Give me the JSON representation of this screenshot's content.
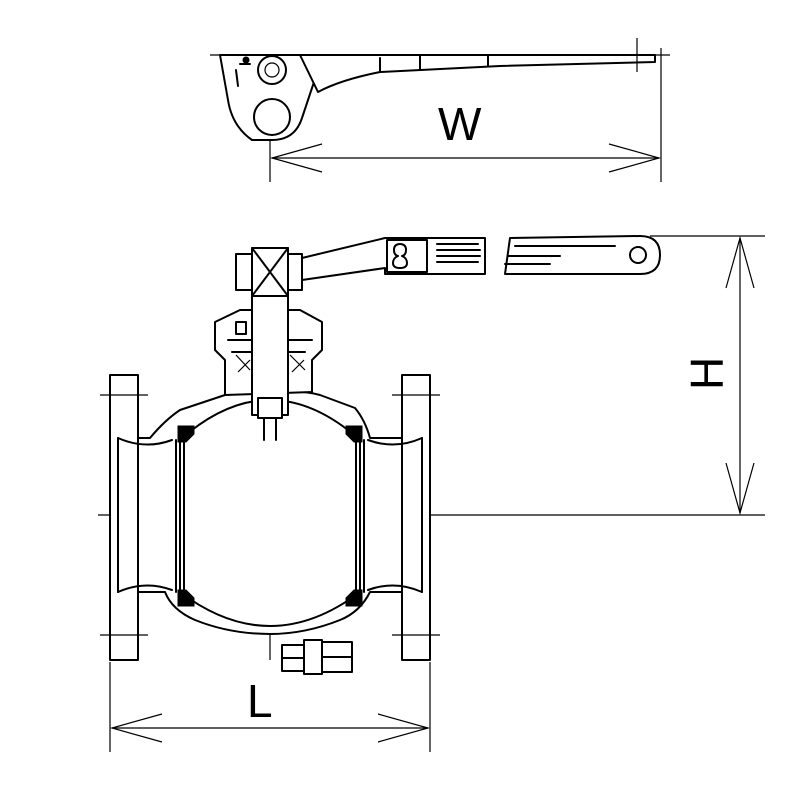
{
  "dimensions": {
    "width_label": "W",
    "height_label": "H",
    "length_label": "L"
  },
  "colors": {
    "line": "#000000",
    "background": "#ffffff"
  }
}
